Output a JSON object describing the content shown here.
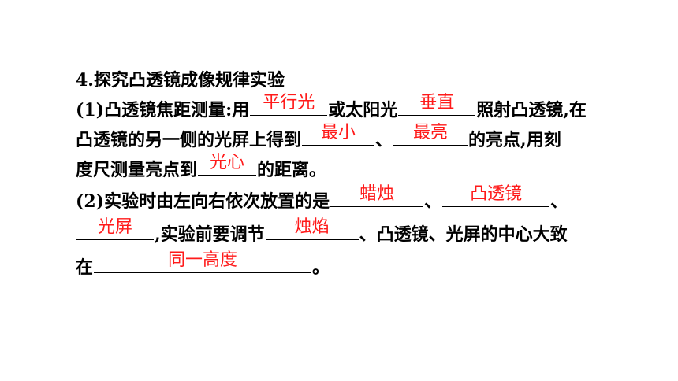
{
  "title": "4.探究凸透镜成像规律实验",
  "p1": {
    "prefix": "(1)凸透镜焦距测量:用",
    "blank1": "平行光",
    "mid1": "或太阳光",
    "blank2": "垂直",
    "mid2": "照射凸透镜,在",
    "line2_start": "凸透镜的另一侧的光屏上得到",
    "blank3": "最小",
    "sep": "、",
    "blank4": "最亮",
    "line2_end": "的亮点,用刻",
    "line3_start": "度尺测量亮点到",
    "blank5": "光心",
    "line3_end": "的距离。"
  },
  "p2": {
    "prefix": "(2)实验时由左向右依次放置的是",
    "blank1": "蜡烛",
    "sep1": "、",
    "blank2": "凸透镜",
    "sep2": "、",
    "blank3": "光屏",
    "mid": ",实验前要调节",
    "blank4": "烛焰",
    "line2_end": "、凸透镜、光屏的中心大致",
    "line3_start": "在",
    "blank5": "同一高度",
    "end": "。"
  },
  "colors": {
    "answer": "#ff1a1a",
    "text": "#000000",
    "background": "#ffffff"
  }
}
